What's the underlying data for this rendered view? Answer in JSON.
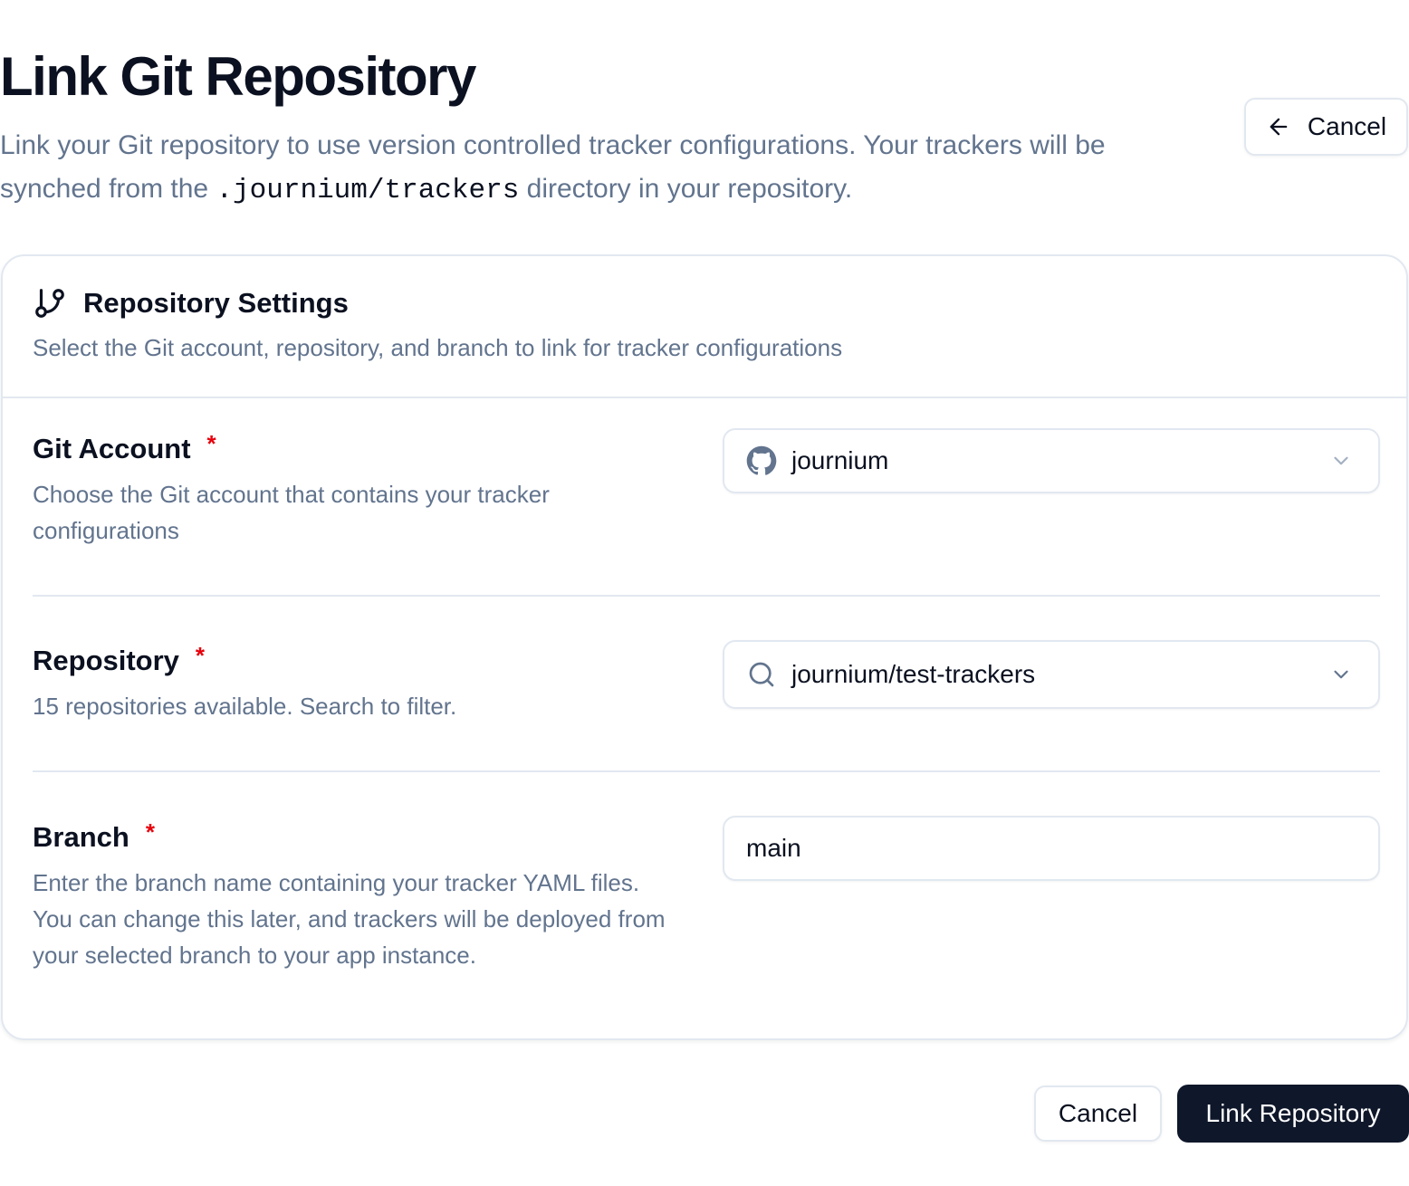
{
  "header": {
    "title": "Link Git Repository",
    "description_before": "Link your Git repository to use version controlled tracker configurations. Your trackers will be synched from the ",
    "description_code": ".journium/trackers",
    "description_after": " directory in your repository.",
    "back_cancel_label": "Cancel",
    "back_icon": "arrow-left-icon"
  },
  "card": {
    "icon": "git-branch-icon",
    "title": "Repository Settings",
    "subtitle": "Select the Git account, repository, and branch to link for tracker configurations"
  },
  "fields": [
    {
      "label": "Git Account",
      "required_mark": "*",
      "help": "Choose the Git account that contains your tracker configurations",
      "control_type": "select",
      "lead_icon": "github-icon",
      "value": "journium",
      "trailing_icon": "chevron-down-icon"
    },
    {
      "label": "Repository",
      "required_mark": "*",
      "help": "15 repositories available. Search to filter.",
      "control_type": "combobox",
      "lead_icon": "search-icon",
      "value": "journium/test-trackers",
      "trailing_icon": "chevron-down-icon"
    },
    {
      "label": "Branch",
      "required_mark": "*",
      "help": "Enter the branch name containing your tracker YAML files. You can change this later, and trackers will be deployed from your selected branch to your app instance.",
      "control_type": "text",
      "value": "main"
    }
  ],
  "footer": {
    "cancel_label": "Cancel",
    "submit_label": "Link Repository"
  },
  "colors": {
    "text_primary": "#0b1120",
    "text_muted": "#62748e",
    "border": "#e2e8f0",
    "required": "#e7000b",
    "primary_button": "#0f172a"
  }
}
